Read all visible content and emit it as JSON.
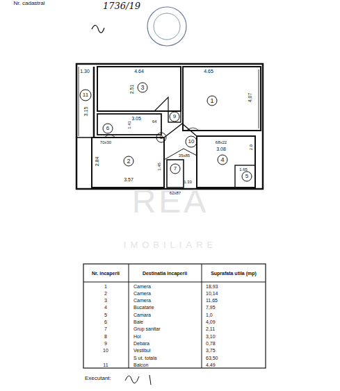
{
  "diagram": {
    "labels": [
      "Nr. cadastral",
      "1736/19",
      "1.30",
      "4.64",
      "4.65",
      "3.15",
      "2.51",
      "4.07",
      "1.41",
      "3.05",
      "64",
      "70x30",
      "2.84",
      "3.57",
      "1.45",
      "62x87",
      "1.33",
      "35x85",
      "68x22",
      "3.08",
      "2.0",
      "1.65",
      "1",
      "2",
      "3",
      "4",
      "5",
      "6",
      "7",
      "8",
      "9",
      "10",
      "11",
      "REA",
      "IMOBILIARE",
      "Nr. incaperii",
      "Destinatia incaperii",
      "Suprafata utila (mp)",
      "1",
      "Camera",
      "18,93",
      "2",
      "Camera",
      "10,14",
      "3",
      "Camera",
      "11,65",
      "4",
      "Bucatarie",
      "7,95",
      "5",
      "Camara",
      "1,0",
      "6",
      "Baie",
      "4,09",
      "7",
      "Grup sanitar",
      "2,11",
      "8",
      "Hol",
      "3,10",
      "9",
      "Debara",
      "0,78",
      "10",
      "Vestibul",
      "3,75",
      "S ut. totala",
      "63,50",
      "11",
      "Balcon",
      "4,49",
      "Executant:"
    ]
  }
}
